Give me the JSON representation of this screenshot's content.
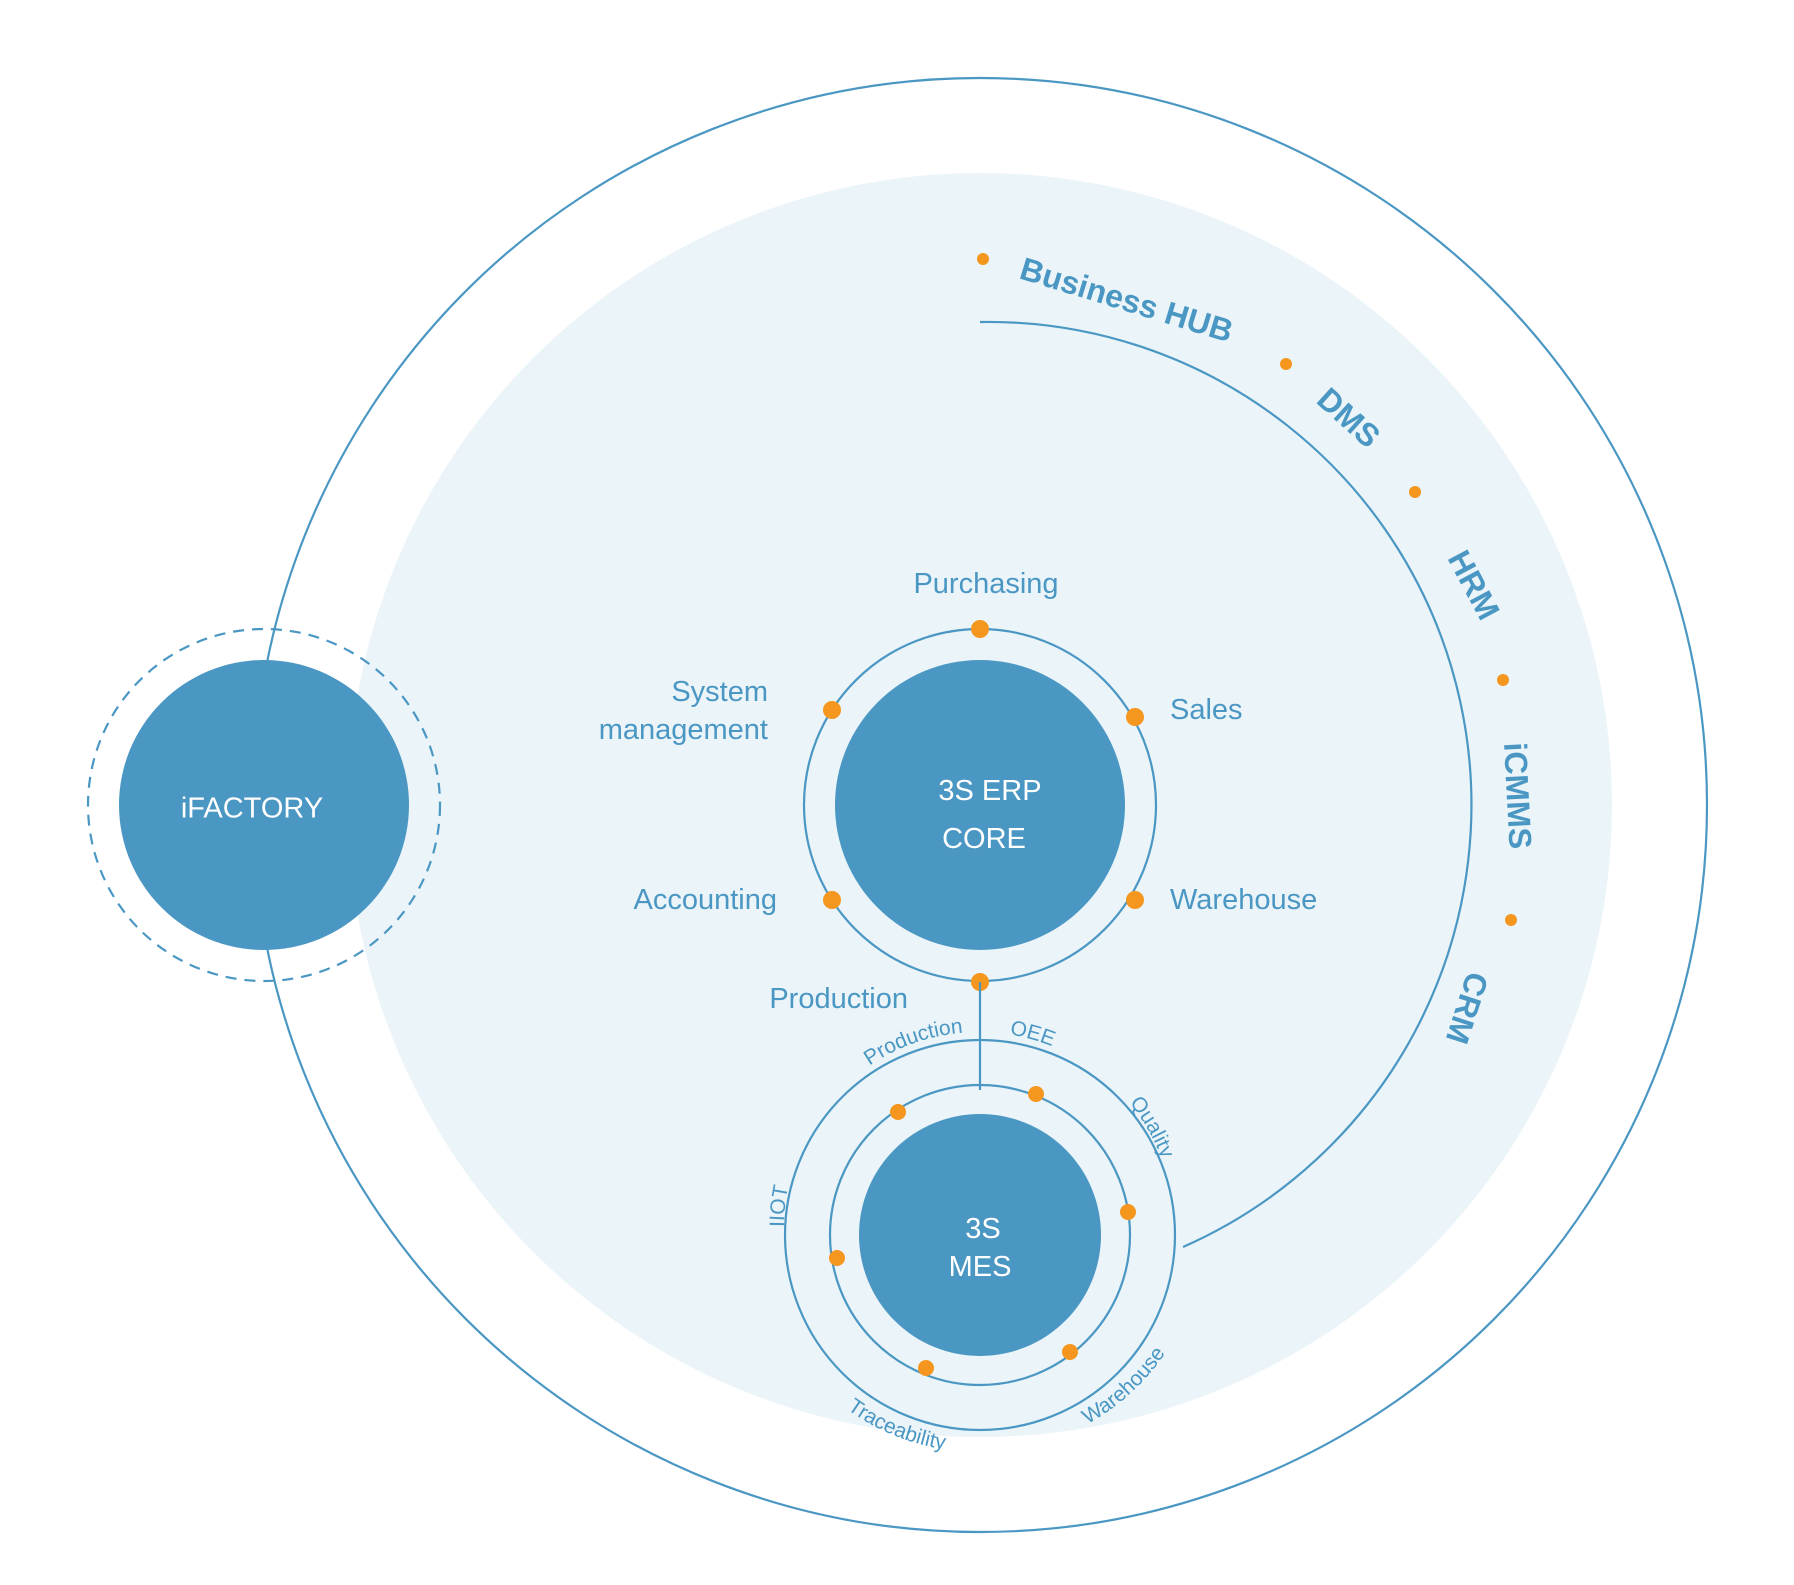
{
  "colors": {
    "accent": "#4a97c4",
    "marker": "#f5961f",
    "background_disc": "#ebf4f8",
    "text_on_node": "#ffffff"
  },
  "ifactory": {
    "label": "iFACTORY"
  },
  "erp": {
    "label_line1": "3S ERP",
    "label_line2": "CORE",
    "modules": {
      "purchasing": "Purchasing",
      "system_management_line1": "System",
      "system_management_line2": "management",
      "sales": "Sales",
      "accounting": "Accounting",
      "warehouse": "Warehouse",
      "production": "Production"
    }
  },
  "mes": {
    "label_line1": "3S",
    "label_line2": "MES",
    "modules": {
      "production": "Production",
      "oee": "OEE",
      "quality": "Quality",
      "warehouse": "Warehouse",
      "traceability": "Traceability",
      "iiot": "IIOT"
    }
  },
  "hub": {
    "business_hub": "Business HUB",
    "dms": "DMS",
    "hrm": "HRM",
    "icmms": "iCMMS",
    "crm": "CRM"
  }
}
